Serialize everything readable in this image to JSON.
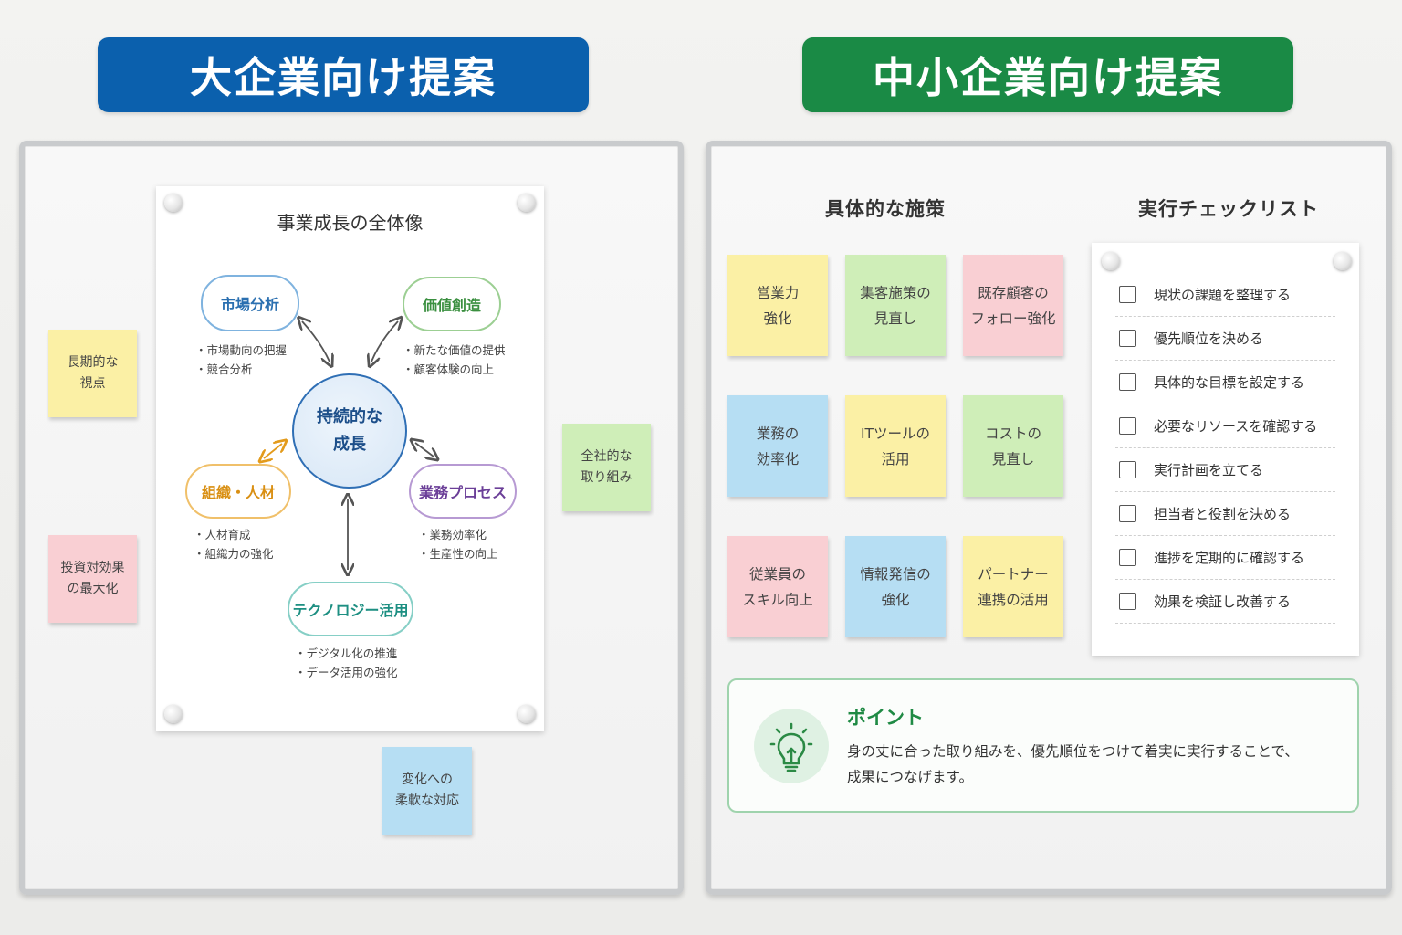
{
  "banners": {
    "left": "大企業向け提案",
    "right": "中小企業向け提案"
  },
  "colors": {
    "left_banner": "#0b60ad",
    "right_banner": "#1a8a45",
    "market": "#3d86c6",
    "value": "#3e9a4a",
    "org": "#e39b1c",
    "process": "#7a4aa3",
    "tech": "#1f9a8e",
    "core": "#2f6fb5"
  },
  "diagram": {
    "title": "事業成長の全体像",
    "center": [
      "持続的な",
      "成長"
    ],
    "nodes": {
      "market": {
        "label": "市場分析",
        "bullets": [
          "・市場動向の把握",
          "・競合分析"
        ]
      },
      "value": {
        "label": "価値創造",
        "bullets": [
          "・新たな価値の提供",
          "・顧客体験の向上"
        ]
      },
      "org": {
        "label": "組織・人材",
        "bullets": [
          "・人材育成",
          "・組織力の強化"
        ]
      },
      "process": {
        "label": "業務プロセス",
        "bullets": [
          "・業務効率化",
          "・生産性の向上"
        ]
      },
      "tech": {
        "label": "テクノロジー活用",
        "bullets": [
          "・デジタル化の推進",
          "・データ活用の強化"
        ]
      }
    }
  },
  "left_notes": {
    "long_term": [
      "長期的な",
      "視点"
    ],
    "roi": [
      "投資対効果",
      "の最大化"
    ],
    "company_wide": [
      "全社的な",
      "取り組み"
    ],
    "flexible": [
      "変化への",
      "柔軟な対応"
    ]
  },
  "measures": {
    "title": "具体的な施策",
    "notes": [
      [
        "営業力",
        "強化"
      ],
      [
        "集客施策の",
        "見直し"
      ],
      [
        "既存顧客の",
        "フォロー強化"
      ],
      [
        "業務の",
        "効率化"
      ],
      [
        "ITツールの",
        "活用"
      ],
      [
        "コストの",
        "見直し"
      ],
      [
        "従業員の",
        "スキル向上"
      ],
      [
        "情報発信の",
        "強化"
      ],
      [
        "パートナー",
        "連携の活用"
      ]
    ]
  },
  "checklist": {
    "title": "実行チェックリスト",
    "items": [
      "現状の課題を整理する",
      "優先順位を決める",
      "具体的な目標を設定する",
      "必要なリソースを確認する",
      "実行計画を立てる",
      "担当者と役割を決める",
      "進捗を定期的に確認する",
      "効果を検証し改善する"
    ]
  },
  "point": {
    "title": "ポイント",
    "lines": [
      "身の丈に合った取り組みを、優先順位をつけて着実に実行することで、",
      "成果につなげます。"
    ],
    "icon": "lightbulb-icon"
  }
}
